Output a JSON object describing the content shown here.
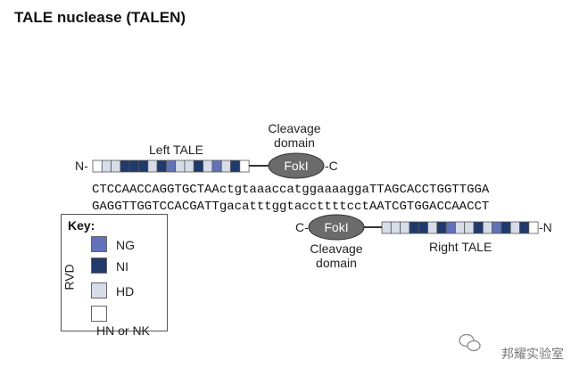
{
  "title": "TALE nuclease (TALEN)",
  "left_tale": {
    "label": "Left TALE",
    "n_terminal": "N-",
    "c_terminal": "-C",
    "repeats": [
      "white",
      "light",
      "light",
      "dark",
      "dark",
      "dark",
      "light",
      "dark",
      "medium",
      "light",
      "light",
      "dark",
      "light",
      "medium",
      "light",
      "dark",
      "white"
    ]
  },
  "right_tale": {
    "label": "Right TALE",
    "n_terminal": "-N",
    "c_terminal": "C-",
    "repeats": [
      "light",
      "light",
      "light",
      "dark",
      "dark",
      "light",
      "dark",
      "medium",
      "light",
      "light",
      "dark",
      "light",
      "medium",
      "dark",
      "light",
      "dark",
      "white"
    ]
  },
  "fokI_label": "FokI",
  "cleavage_top": "Cleavage\ndomain",
  "cleavage_bottom": "Cleavage\ndomain",
  "sequence_top": "CTCCAACCAGGTGCTAActgtaaaccatggaaaaggaTTAGCACCTGGTTGGA",
  "sequence_bottom": "GAGGTTGGTCCACGATTgacatttggtaccttttcctAATCGTGGACCAACCT",
  "key": {
    "title": "Key:",
    "axis_label": "RVD",
    "entries": [
      {
        "code": "medium",
        "label": "NG",
        "color": "#6272b8"
      },
      {
        "code": "dark",
        "label": "NI",
        "color": "#1f3a6b"
      },
      {
        "code": "light",
        "label": "HD",
        "color": "#d6dce8"
      },
      {
        "code": "white",
        "label": "HN or NK",
        "color": "#ffffff"
      }
    ]
  },
  "watermark": "邦耀实验室"
}
